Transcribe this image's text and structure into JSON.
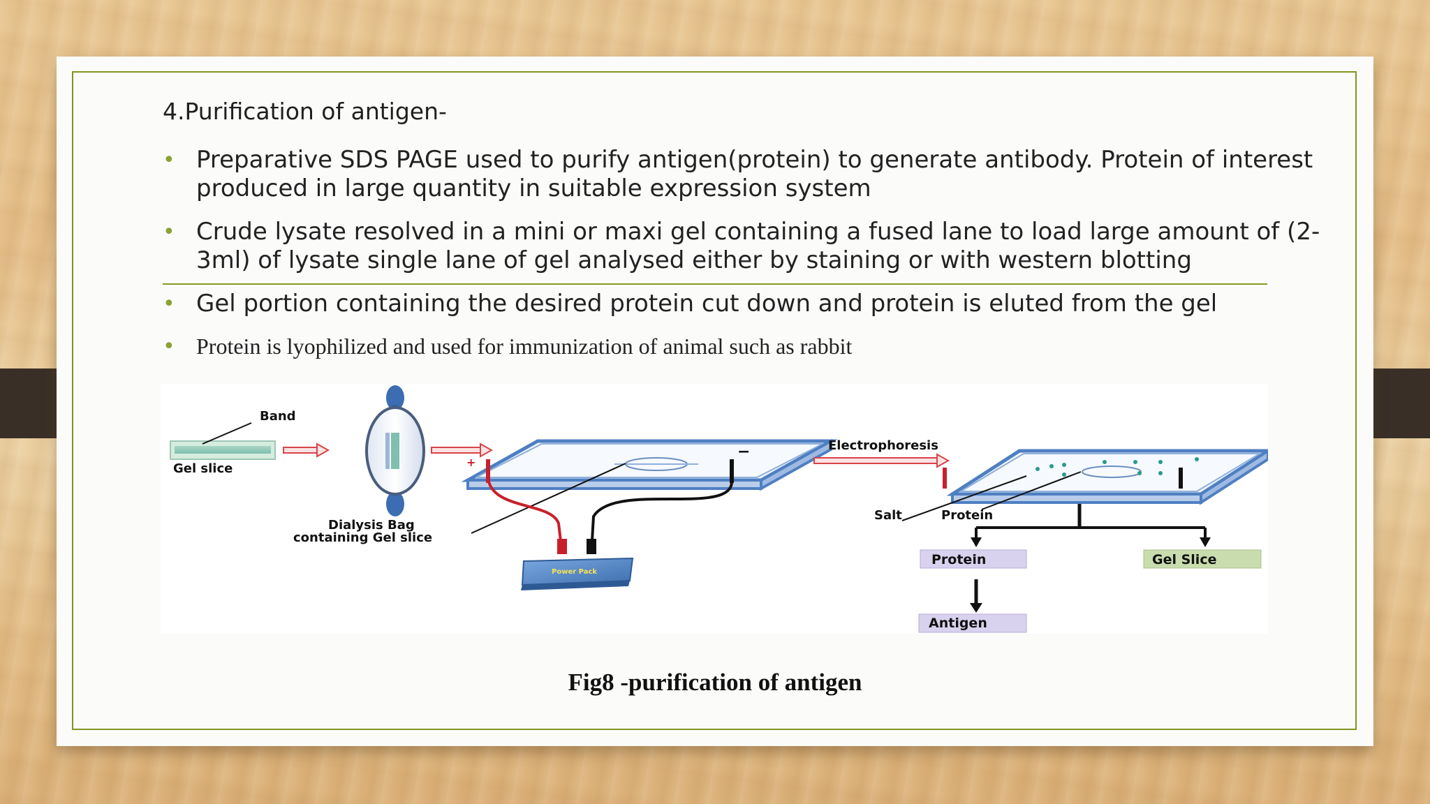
{
  "slide": {
    "heading": "4.Purification of antigen-",
    "bullets": [
      "Preparative SDS PAGE used to purify antigen(protein) to generate antibody. Protein of interest produced in large quantity in suitable expression system",
      "Crude lysate resolved in a mini or maxi gel containing a fused lane to load large amount of (2-3ml) of lysate single lane of gel analysed either by staining or with western blotting",
      "Gel portion containing the desired protein cut down and protein is eluted from the gel",
      "Protein is lyophilized and used for immunization of animal such as rabbit"
    ],
    "bullet_symbol": "•",
    "caption": "Fig8 -purification of antigen"
  },
  "diagram": {
    "band": "Band",
    "gel_slice": "Gel slice",
    "dialysis_bag": [
      "Dialysis Bag",
      "containing Gel slice"
    ],
    "power_pack": "Power Pack",
    "electrophoresis": "Electrophoresis",
    "salt": "Salt",
    "protein_label": "Protein",
    "protein_box": "Protein",
    "gel_slice_box": "Gel Slice",
    "antigen_box": "Antigen",
    "plus": "+",
    "minus": "−"
  },
  "colors": {
    "accent_green": "#7f951f",
    "bullet_green": "#8aa232",
    "tray_blue": "#4f7fc2",
    "box_lilac": "#d9d2ee",
    "box_green": "#c9dcae",
    "arrow_red": "#d8434a"
  }
}
